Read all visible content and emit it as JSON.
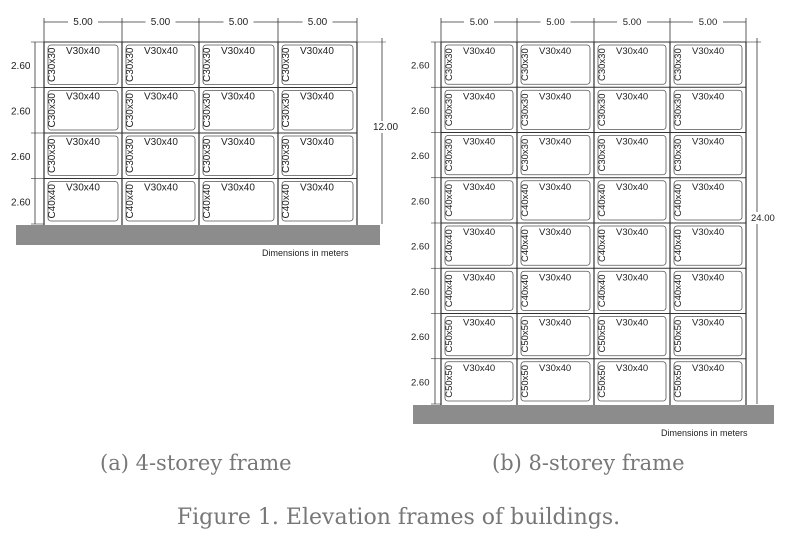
{
  "figure_caption": "Figure 1. Elevation frames of buildings.",
  "frames": [
    {
      "caption": "(a) 4-storey frame",
      "bay_label": "5.00",
      "storey_label": "2.60",
      "total_height_label": "12.00",
      "dimensions_note": "Dimensions in meters",
      "beam_label": "V30x40",
      "column_labels_top_to_bottom": [
        "C30x30",
        "C30x30",
        "C30x30",
        "C40x40"
      ]
    },
    {
      "caption": "(b) 8-storey frame",
      "bay_label": "5.00",
      "storey_label": "2.60",
      "total_height_label": "24.00",
      "dimensions_note": "Dimensions in meters",
      "beam_label": "V30x40",
      "column_labels_top_to_bottom": [
        "C30x30",
        "C30x30",
        "C30x30",
        "C40x40",
        "C40x40",
        "C40x40",
        "C50x50",
        "C50x50"
      ]
    }
  ]
}
